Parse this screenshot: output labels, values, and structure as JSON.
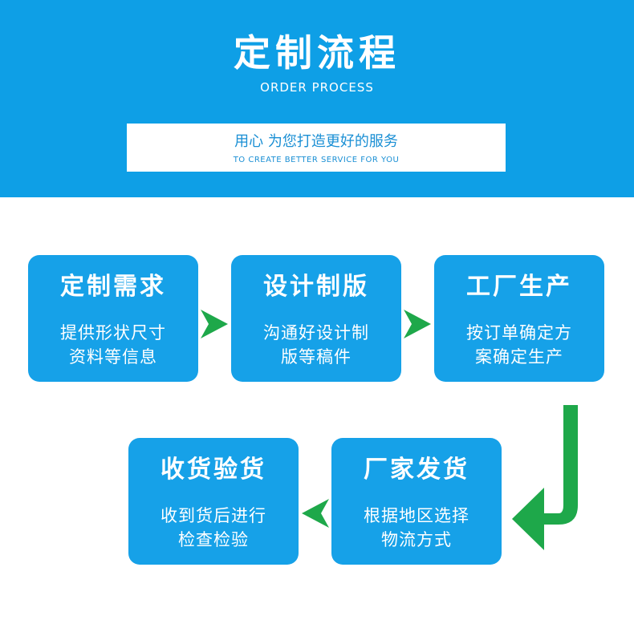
{
  "banner": {
    "title": "定制流程",
    "subtitle": "ORDER PROCESS",
    "slogan": "用心 为您打造更好的服务",
    "slogan_en": "TO CREATE BETTER SERVICE FOR YOU"
  },
  "steps": [
    {
      "title": "定制需求",
      "line1": "提供形状尺寸",
      "line2": "资料等信息"
    },
    {
      "title": "设计制版",
      "line1": "沟通好设计制",
      "line2": "版等稿件"
    },
    {
      "title": "工厂生产",
      "line1": "按订单确定方",
      "line2": "案确定生产"
    },
    {
      "title": "厂家发货",
      "line1": "根据地区选择",
      "line2": "物流方式"
    },
    {
      "title": "收货验货",
      "line1": "收到货后进行",
      "line2": "检查检验"
    }
  ],
  "colors": {
    "banner_blue": "#0e9fe6",
    "step_blue": "#16a1e8",
    "arrow_green": "#1ea84a"
  }
}
